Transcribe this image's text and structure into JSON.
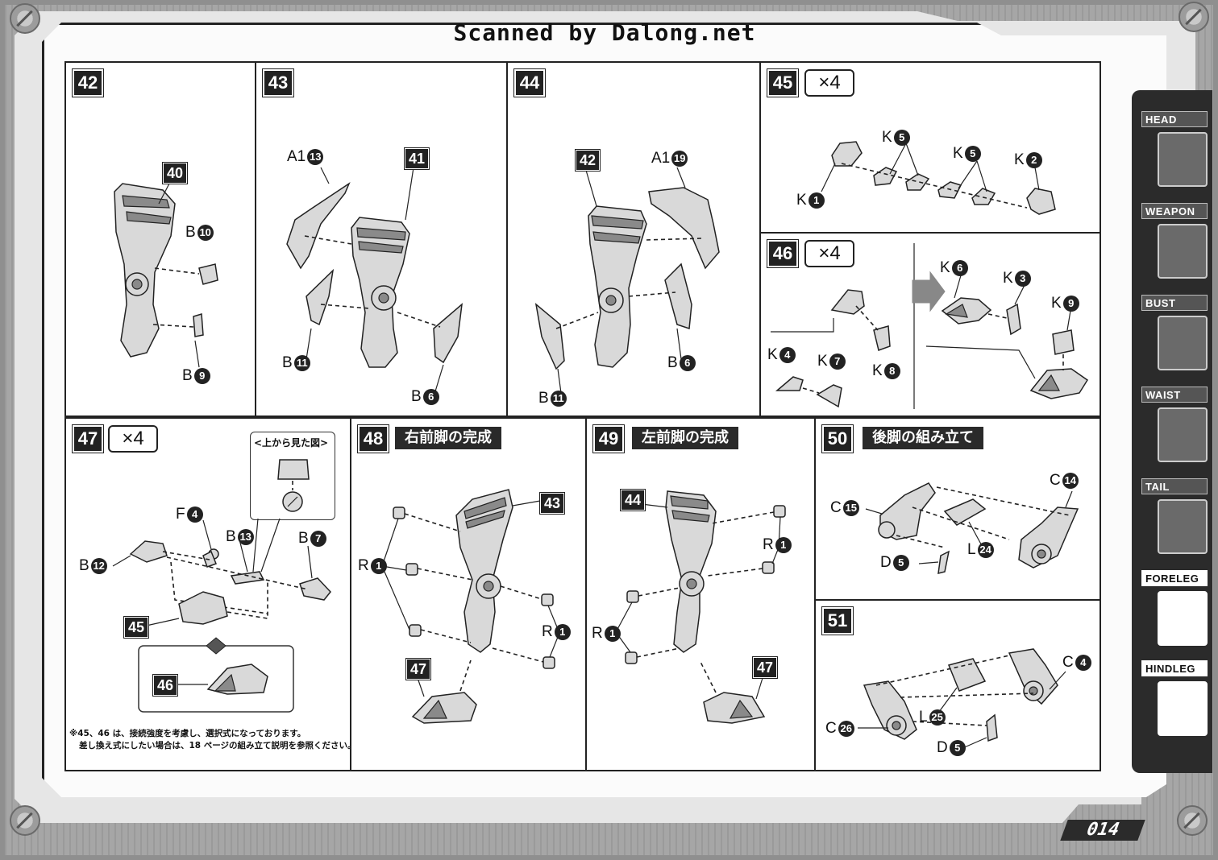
{
  "header": {
    "scan_credit": "Scanned by Dalong.net"
  },
  "page_number": "014",
  "side_tabs": [
    {
      "label": "HEAD",
      "active": false
    },
    {
      "label": "WEAPON",
      "active": false
    },
    {
      "label": "BUST",
      "active": false
    },
    {
      "label": "WAIST",
      "active": false
    },
    {
      "label": "TAIL",
      "active": false
    },
    {
      "label": "FORELEG",
      "active": true
    },
    {
      "label": "HINDLEG",
      "active": true
    }
  ],
  "steps": {
    "s42": {
      "num": "42",
      "refs": [
        "40"
      ],
      "parts": [
        {
          "letter": "B",
          "n": "10"
        },
        {
          "letter": "B",
          "n": "9"
        }
      ]
    },
    "s43": {
      "num": "43",
      "refs": [
        "41"
      ],
      "parts": [
        {
          "letter": "A1",
          "n": "13"
        },
        {
          "letter": "B",
          "n": "11"
        },
        {
          "letter": "B",
          "n": "6"
        }
      ]
    },
    "s44": {
      "num": "44",
      "refs": [
        "42"
      ],
      "parts": [
        {
          "letter": "A1",
          "n": "19"
        },
        {
          "letter": "B",
          "n": "6"
        },
        {
          "letter": "B",
          "n": "11"
        }
      ]
    },
    "s45": {
      "num": "45",
      "mult": "×4",
      "parts": [
        {
          "letter": "K",
          "n": "5"
        },
        {
          "letter": "K",
          "n": "5"
        },
        {
          "letter": "K",
          "n": "2"
        },
        {
          "letter": "K",
          "n": "1"
        }
      ]
    },
    "s46": {
      "num": "46",
      "mult": "×4",
      "parts": [
        {
          "letter": "K",
          "n": "6"
        },
        {
          "letter": "K",
          "n": "3"
        },
        {
          "letter": "K",
          "n": "9"
        },
        {
          "letter": "K",
          "n": "4"
        },
        {
          "letter": "K",
          "n": "7"
        },
        {
          "letter": "K",
          "n": "8"
        }
      ]
    },
    "s47": {
      "num": "47",
      "mult": "×4",
      "inset_label": "<上から見た図>",
      "parts": [
        {
          "letter": "F",
          "n": "4"
        },
        {
          "letter": "B",
          "n": "13"
        },
        {
          "letter": "B",
          "n": "7"
        },
        {
          "letter": "B",
          "n": "12"
        }
      ],
      "refs": [
        "45",
        "46"
      ],
      "note_line1": "※45、46 は、接続強度を考慮し、選択式になっております。",
      "note_line2": "差し換え式にしたい場合は、18 ページの組み立て説明を参照ください。"
    },
    "s48": {
      "num": "48",
      "title": "右前脚の完成",
      "refs": [
        "43",
        "47"
      ],
      "parts": [
        {
          "letter": "R",
          "n": "1"
        },
        {
          "letter": "R",
          "n": "1"
        }
      ]
    },
    "s49": {
      "num": "49",
      "title": "左前脚の完成",
      "refs": [
        "44",
        "47"
      ],
      "parts": [
        {
          "letter": "R",
          "n": "1"
        },
        {
          "letter": "R",
          "n": "1"
        }
      ]
    },
    "s50": {
      "num": "50",
      "title": "後脚の組み立て",
      "parts": [
        {
          "letter": "C",
          "n": "14"
        },
        {
          "letter": "C",
          "n": "15"
        },
        {
          "letter": "L",
          "n": "24"
        },
        {
          "letter": "D",
          "n": "5"
        }
      ]
    },
    "s51": {
      "num": "51",
      "parts": [
        {
          "letter": "C",
          "n": "4"
        },
        {
          "letter": "L",
          "n": "25"
        },
        {
          "letter": "C",
          "n": "26"
        },
        {
          "letter": "D",
          "n": "5"
        }
      ]
    }
  }
}
